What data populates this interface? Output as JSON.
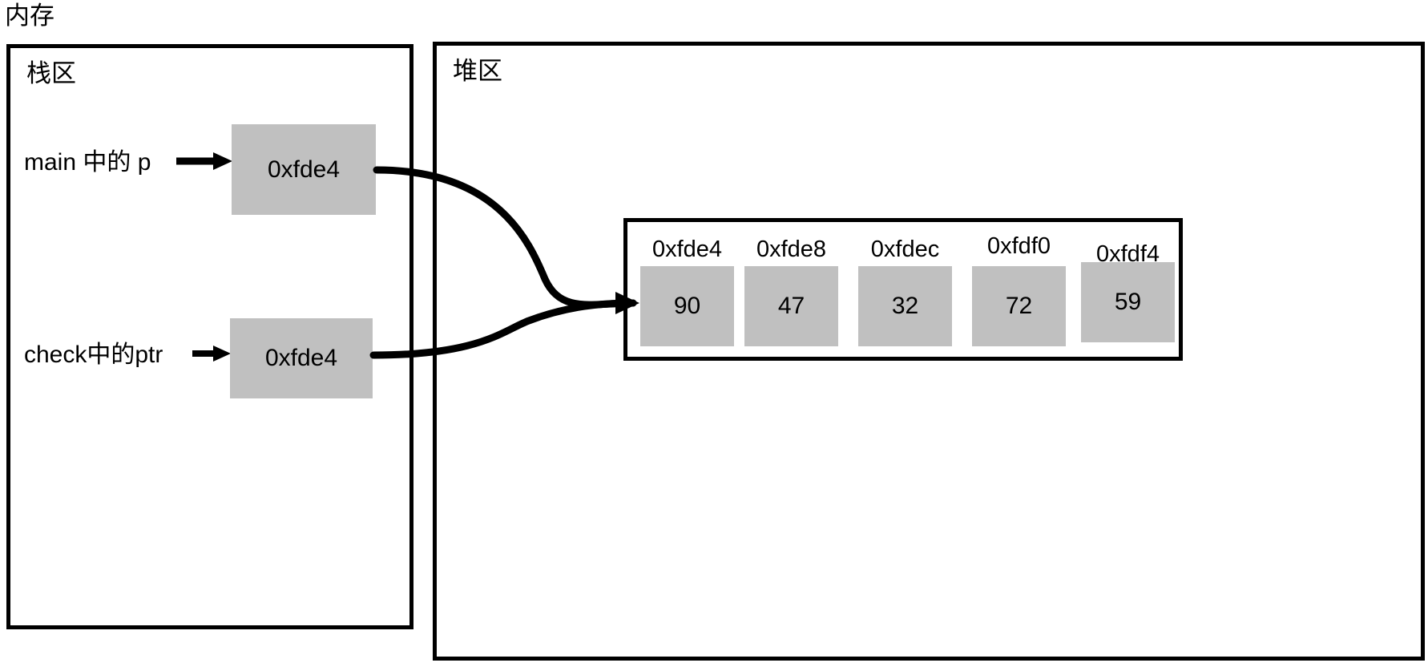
{
  "diagram": {
    "title": "内存",
    "panels": {
      "stack": {
        "title": "栈区",
        "variables": [
          {
            "label": "main 中的 p",
            "value": "0xfde4",
            "arrow_icon": "right-arrow-icon"
          },
          {
            "label": "check中的ptr",
            "value": "0xfde4",
            "arrow_icon": "right-arrow-icon"
          }
        ]
      },
      "heap": {
        "title": "堆区",
        "array": {
          "addresses": [
            "0xfde4",
            "0xfde8",
            "0xfdec",
            "0xfdf0",
            "0xfdf4"
          ],
          "values": [
            "90",
            "47",
            "32",
            "72",
            "59"
          ]
        }
      }
    },
    "connectors": [
      {
        "from": "stack-cell-main-p",
        "to": "heap-array-first-cell",
        "style": "curved-arrow"
      },
      {
        "from": "stack-cell-check-ptr",
        "to": "heap-array-first-cell",
        "style": "curved-arrow"
      }
    ],
    "colors": {
      "cell_fill": "#c0c0c0",
      "stroke": "#000000",
      "background": "#ffffff"
    }
  }
}
